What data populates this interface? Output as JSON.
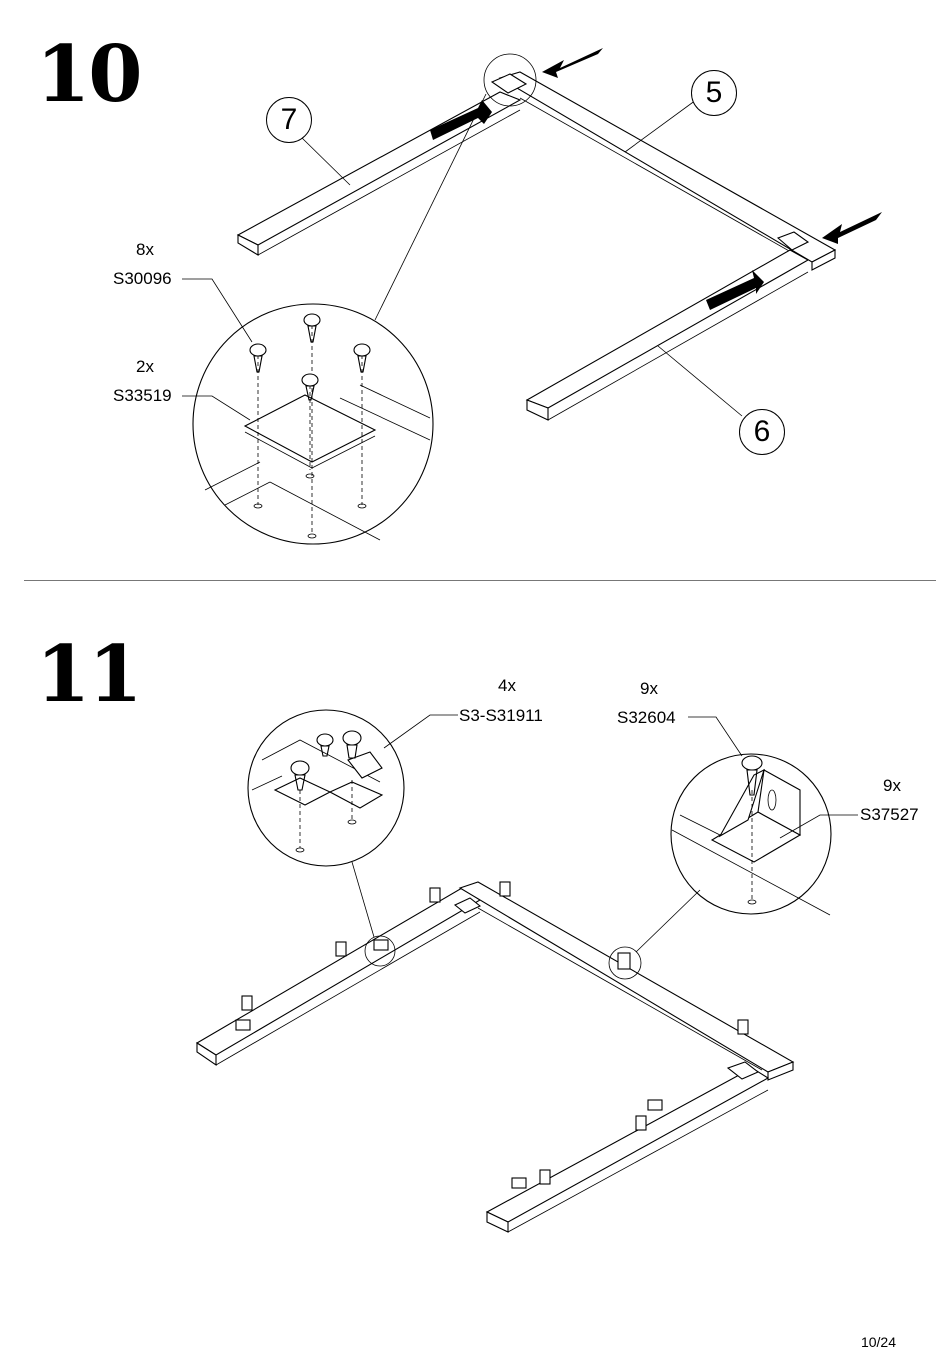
{
  "step10": {
    "number": "10",
    "callouts": [
      "7",
      "5",
      "6"
    ],
    "parts": [
      {
        "qty": "8x",
        "code": "S30096"
      },
      {
        "qty": "2x",
        "code": "S33519"
      }
    ]
  },
  "step11": {
    "number": "11",
    "parts": [
      {
        "qty": "4x",
        "code": "S3-S31911"
      },
      {
        "qty": "9x",
        "code": "S32604"
      },
      {
        "qty": "9x",
        "code": "S37527"
      }
    ]
  },
  "page": "10/24"
}
